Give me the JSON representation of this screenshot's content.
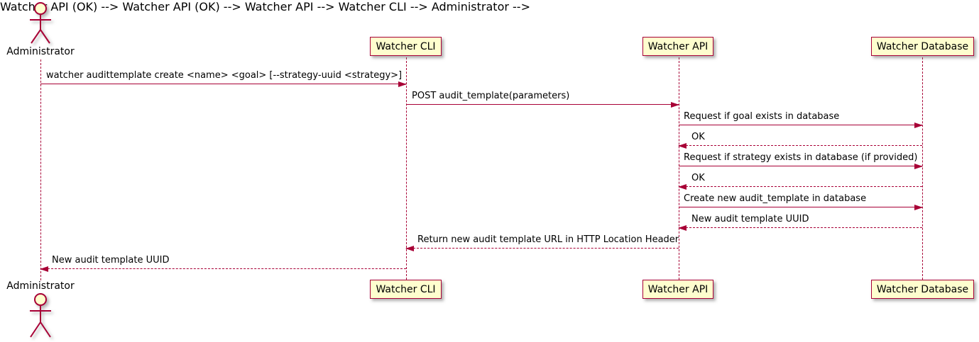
{
  "diagram_type": "uml-sequence-diagram",
  "colors": {
    "line": "#A80036",
    "participant_fill": "#FEFECE",
    "background": "#FFFFFF",
    "text": "#000000"
  },
  "actor": {
    "name": "Administrator",
    "top_label": "Administrator",
    "bottom_label": "Administrator"
  },
  "participants": [
    {
      "label": "Watcher CLI"
    },
    {
      "label": "Watcher API"
    },
    {
      "label": "Watcher Database"
    }
  ],
  "messages": [
    {
      "from": "Administrator",
      "to": "Watcher CLI",
      "line": "solid",
      "text": "watcher audittemplate create <name> <goal> [--strategy-uuid <strategy>]"
    },
    {
      "from": "Watcher CLI",
      "to": "Watcher API",
      "line": "solid",
      "text": "POST audit_template(parameters)"
    },
    {
      "from": "Watcher API",
      "to": "Watcher Database",
      "line": "solid",
      "text": "Request if goal exists in database"
    },
    {
      "from": "Watcher Database",
      "to": "Watcher API",
      "line": "dotted",
      "text": "OK"
    },
    {
      "from": "Watcher API",
      "to": "Watcher Database",
      "line": "solid",
      "text": "Request if strategy exists in database (if provided)"
    },
    {
      "from": "Watcher Database",
      "to": "Watcher API",
      "line": "dotted",
      "text": "OK"
    },
    {
      "from": "Watcher API",
      "to": "Watcher Database",
      "line": "solid",
      "text": "Create new audit_template in database"
    },
    {
      "from": "Watcher Database",
      "to": "Watcher API",
      "line": "dotted",
      "text": "New audit template UUID"
    },
    {
      "from": "Watcher API",
      "to": "Watcher CLI",
      "line": "dotted",
      "text": "Return new audit template URL in HTTP Location Header"
    },
    {
      "from": "Watcher CLI",
      "to": "Administrator",
      "line": "dotted",
      "text": "New audit template UUID"
    }
  ]
}
